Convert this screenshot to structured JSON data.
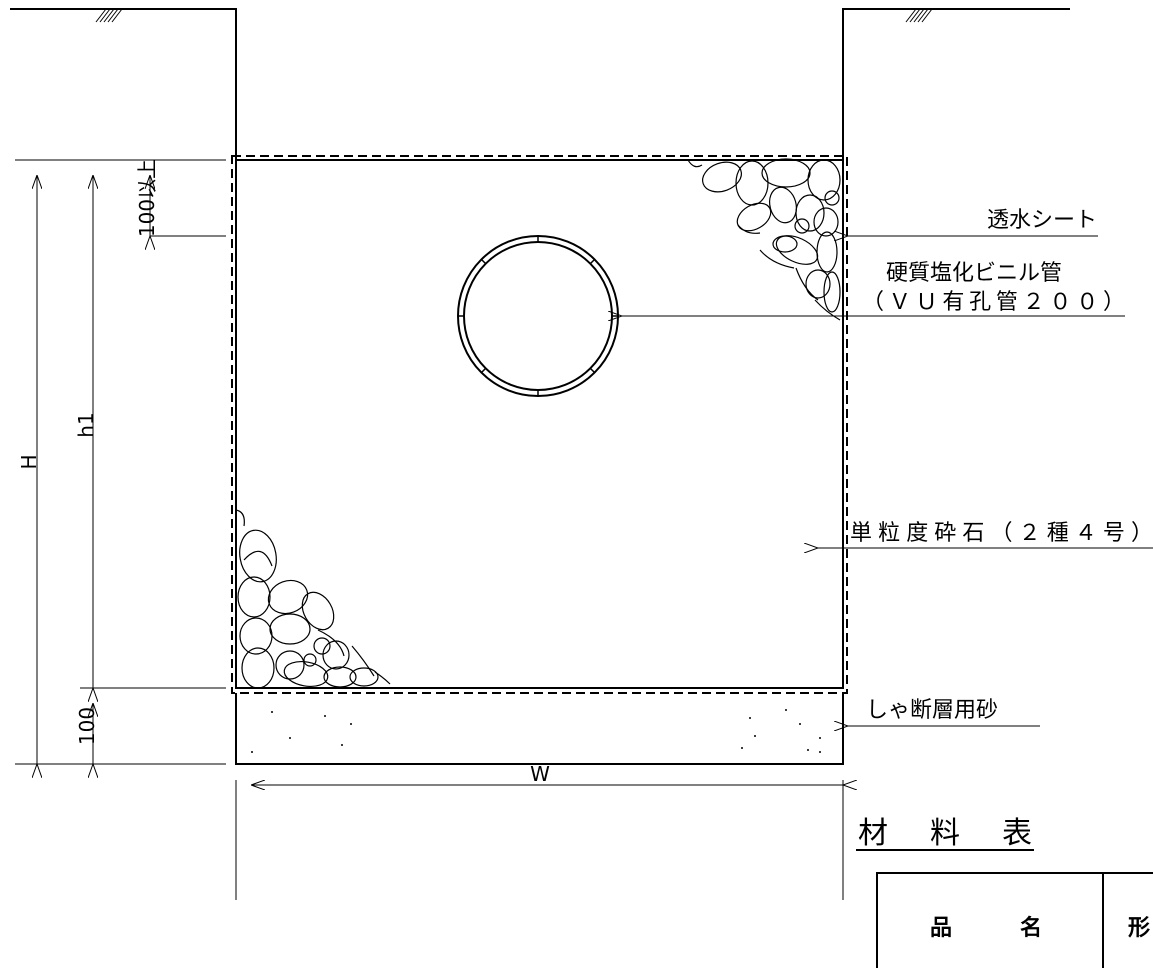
{
  "dimensions": {
    "H": "H",
    "h1": "h1",
    "top_cover": "100以上",
    "bottom_layer": "100",
    "W": "W"
  },
  "labels": {
    "sheet": "透水シート",
    "pipe_line1": "硬質塩化ビニル管",
    "pipe_line2": "（ＶＵ有孔管２００）",
    "gravel": "単粒度砕石（２種４号）",
    "sand": "しゃ断層用砂"
  },
  "material_table": {
    "title": "材 料 表",
    "col_name_1": "品",
    "col_name_2": "名",
    "col_shape_partial": "形"
  }
}
